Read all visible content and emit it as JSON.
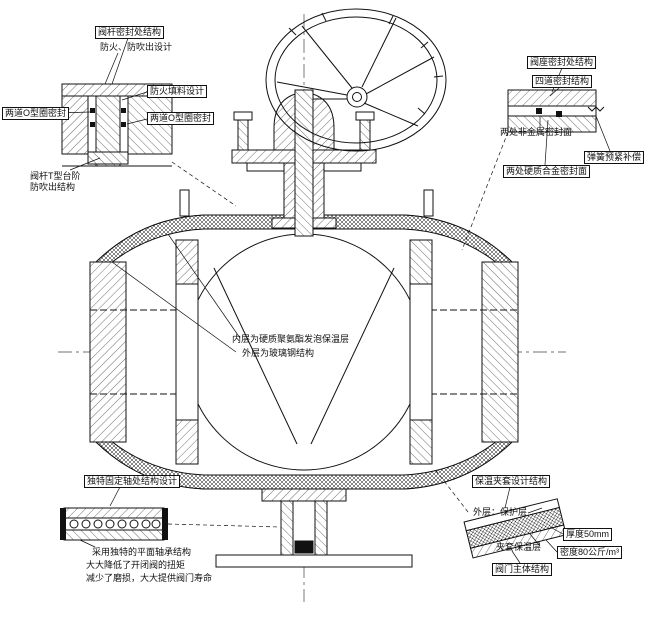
{
  "figure": {
    "type": "engineering-cross-section-diagram",
    "subject": "fully-welded insulated ball valve",
    "colors": {
      "line": "#1a1a1a",
      "background": "#ffffff"
    }
  },
  "labels": {
    "stem_seal_title": "阀杆密封处结构",
    "fire_blowout_design": "防火、防吹出设计",
    "fire_packing_design": "防火填料设计",
    "oring_seal_left": "两道O型圈密封",
    "oring_seal_right": "两道O型圈密封",
    "stem_t_step_line1": "阀杆T型台阶",
    "stem_t_step_line2": "防吹出结构",
    "seat_seal_title": "阀座密封处结构",
    "four_seal_structure": "四道密封结构",
    "nonmetal_seal_faces": "两处非金属密封面",
    "carbide_seal_faces": "两处硬质合金密封面",
    "spring_preload": "弹簧预紧补偿",
    "insulation_inner": "内层为硬质聚氨酯发泡保温层",
    "insulation_outer": "外层为玻璃钢结构",
    "fixed_shaft_title": "独特固定轴处结构设计",
    "plane_bearing_note": "采用独特的平面轴承结构",
    "torque_note": "大大降低了开闭阀的扭矩",
    "wear_note": "减少了磨损，大大提供阀门寿命",
    "jacket_title": "保温夹套设计结构",
    "outer_protect_layer": "外层：保护层",
    "thickness": "厚度50mm",
    "jacket_insulation_layer": "夹套保温层",
    "density": "密度80公斤/m³",
    "valve_body_structure": "阀门主体结构"
  }
}
